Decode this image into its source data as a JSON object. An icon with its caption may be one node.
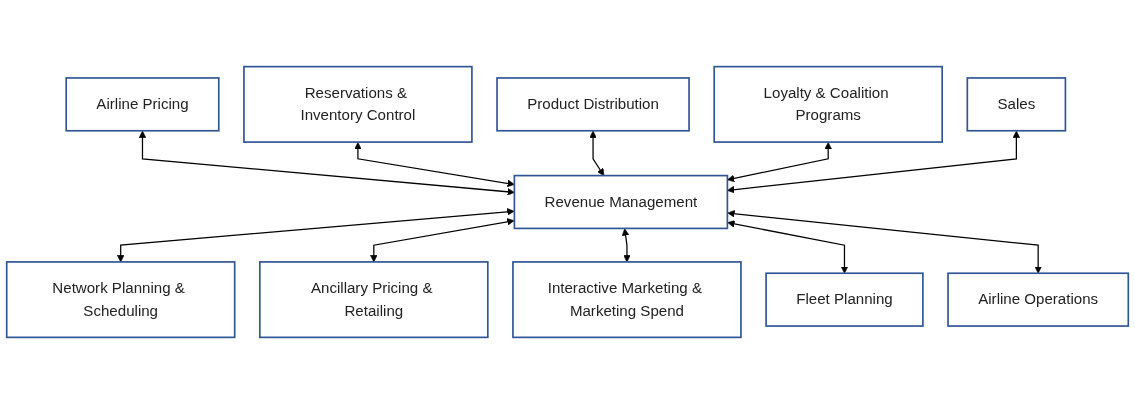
{
  "diagram": {
    "nodes": [
      {
        "text": [
          "Airline Pricing"
        ]
      },
      {
        "text": [
          "Reservations & Inventory Control"
        ]
      },
      {
        "text": [
          "Product Distribution"
        ]
      },
      {
        "text": [
          "Loyalty & Coalition Programs"
        ]
      },
      {
        "text": [
          "Sales"
        ]
      },
      {
        "text": [
          "Revenue Management"
        ]
      },
      {
        "text": [
          "Network Planning & Scheduling"
        ]
      },
      {
        "text": [
          "Ancillary Pricing & Retailing"
        ]
      },
      {
        "text": [
          "Interactive Marketing & Marketing Spend"
        ]
      },
      {
        "text": [
          "Fleet Planning"
        ]
      },
      {
        "text": [
          "Airline Operations"
        ]
      }
    ],
    "edges": [
      {
        "from": 0,
        "to": 5,
        "arrow": "both"
      },
      {
        "from": 1,
        "to": 5,
        "arrow": "both"
      },
      {
        "from": 2,
        "to": 5,
        "arrow": "both"
      },
      {
        "from": 3,
        "to": 5,
        "arrow": "both"
      },
      {
        "from": 4,
        "to": 5,
        "arrow": "both"
      },
      {
        "from": 5,
        "to": 6,
        "arrow": "both"
      },
      {
        "from": 5,
        "to": 7,
        "arrow": "both"
      },
      {
        "from": 5,
        "to": 8,
        "arrow": "both"
      },
      {
        "from": 5,
        "to": 9,
        "arrow": "both"
      },
      {
        "from": 5,
        "to": 10,
        "arrow": "both"
      }
    ]
  }
}
